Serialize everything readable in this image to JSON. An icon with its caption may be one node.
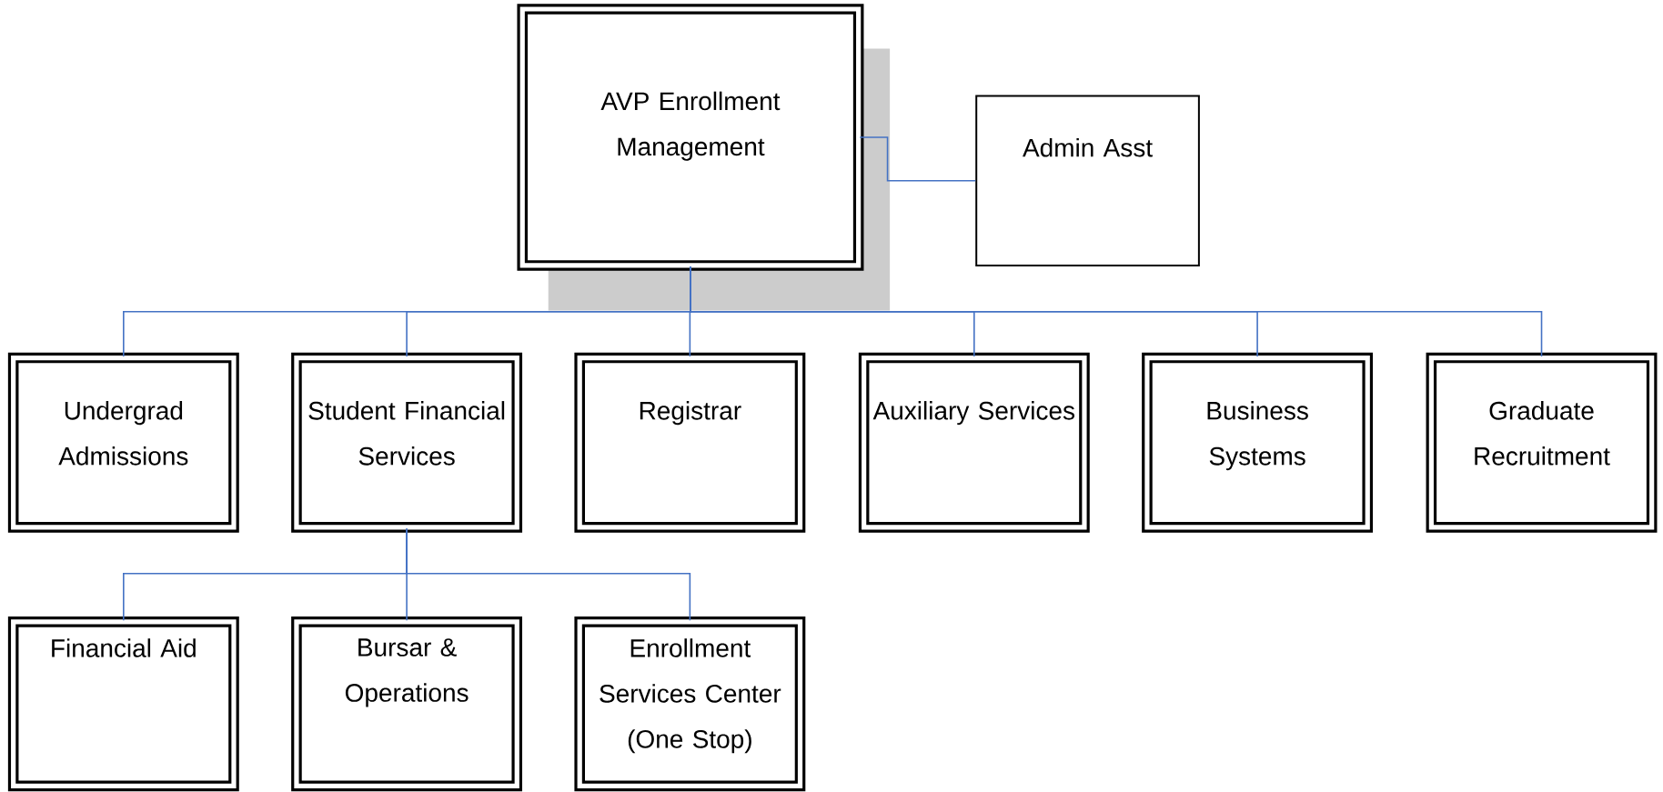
{
  "diagram": {
    "nodes": [
      {
        "text": [
          "AVP Enrollment Management"
        ]
      },
      {
        "text": [
          "Admin Asst"
        ]
      },
      {
        "text": [
          "Undergrad Admissions"
        ]
      },
      {
        "text": [
          "Student Financial Services"
        ]
      },
      {
        "text": [
          "Registrar"
        ]
      },
      {
        "text": [
          "Auxiliary Services"
        ]
      },
      {
        "text": [
          "Business Systems"
        ]
      },
      {
        "text": [
          "Graduate Recruitment"
        ]
      },
      {
        "text": [
          "Financial Aid"
        ]
      },
      {
        "text": [
          "Bursar & Operations"
        ]
      },
      {
        "text": [
          "Enrollment Services Center (One Stop)"
        ]
      }
    ],
    "edges": [
      {
        "from": 0,
        "to": 1,
        "arrow": "none"
      },
      {
        "from": 0,
        "to": 2,
        "arrow": "none"
      },
      {
        "from": 0,
        "to": 3,
        "arrow": "none"
      },
      {
        "from": 0,
        "to": 4,
        "arrow": "none"
      },
      {
        "from": 0,
        "to": 5,
        "arrow": "none"
      },
      {
        "from": 0,
        "to": 6,
        "arrow": "none"
      },
      {
        "from": 0,
        "to": 7,
        "arrow": "none"
      },
      {
        "from": 3,
        "to": 8,
        "arrow": "none"
      },
      {
        "from": 3,
        "to": 9,
        "arrow": "none"
      },
      {
        "from": 3,
        "to": 10,
        "arrow": "none"
      }
    ]
  }
}
